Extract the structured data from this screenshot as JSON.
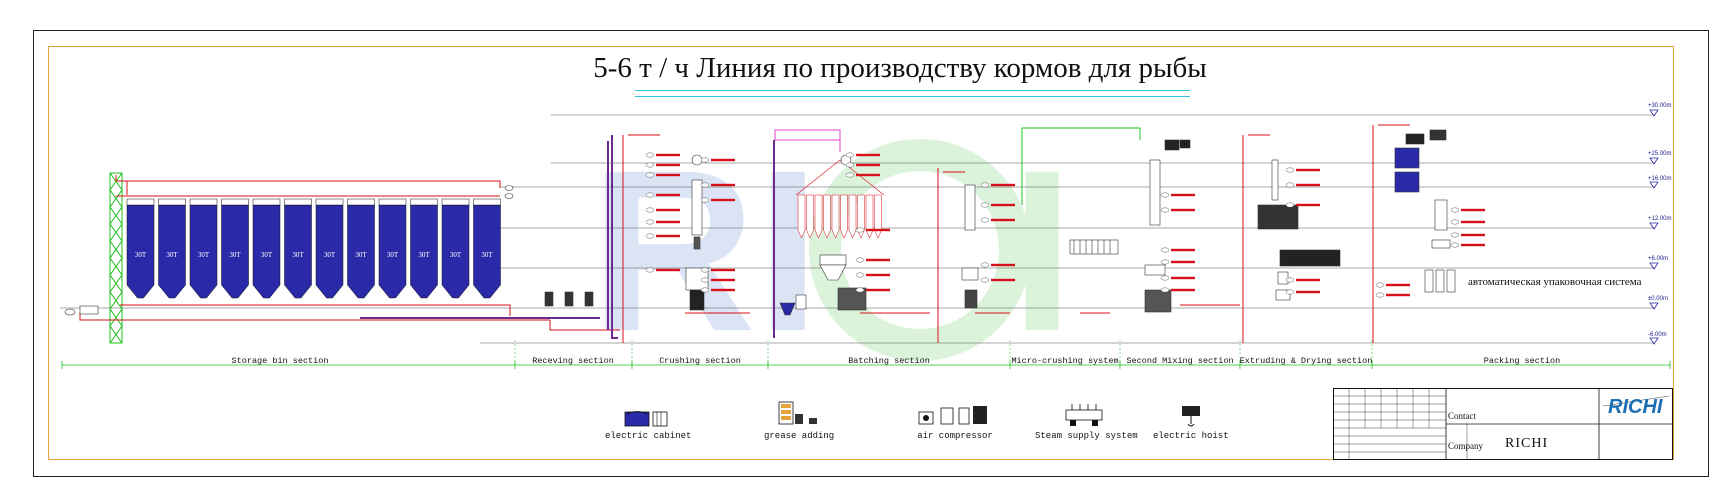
{
  "title": "5-6 т / ч Линия по производству кормов для рыбы",
  "sections": [
    {
      "label": "Storage bin section"
    },
    {
      "label": "Receving section"
    },
    {
      "label": "Crushing section"
    },
    {
      "label": "Batching section"
    },
    {
      "label": "Micro-crushing system"
    },
    {
      "label": "Second Mixing section"
    },
    {
      "label": "Extruding & Drying section"
    },
    {
      "label": "Packing section"
    }
  ],
  "silo_label": "30T",
  "elevations": [
    "+30.00m",
    "+25.00m",
    "+16.00m",
    "+12.00m",
    "+6.00m",
    "±0.00m",
    "-6.00m"
  ],
  "packing_system_label": "автоматическая упаковочная система",
  "legend": [
    {
      "label": "electric cabinet",
      "icon": "electric-cabinet-icon"
    },
    {
      "label": "grease adding",
      "icon": "grease-adding-icon"
    },
    {
      "label": "air compressor",
      "icon": "air-compressor-icon"
    },
    {
      "label": "Steam supply system",
      "icon": "steam-supply-icon"
    },
    {
      "label": "electric hoist",
      "icon": "electric-hoist-icon"
    }
  ],
  "title_block": {
    "contact_label": "Contact",
    "company_label": "Company",
    "company_value": "RICHI",
    "logo_text": "RICHI"
  },
  "colors": {
    "frame": "#222222",
    "border": "#e6a23c",
    "silo": "#2a2aa8",
    "pipe_red": "#d8101a",
    "pipe_purple": "#6a2b8c",
    "pipe_green": "#1fc01f",
    "pipe_magenta": "#e040c8",
    "accent_cyan": "#30c5d8",
    "logo": "#1c6fb4"
  }
}
